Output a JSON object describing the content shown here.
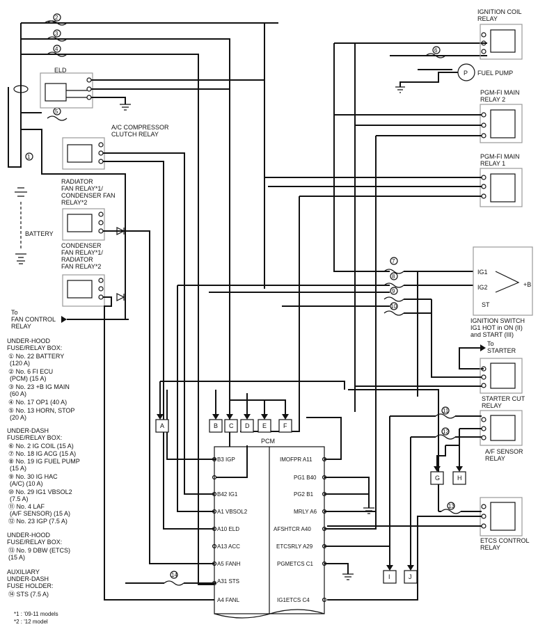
{
  "fuses": {
    "f2": "2",
    "f3": "3",
    "f4": "4",
    "f5": "5",
    "f6": "6",
    "f7": "7",
    "f8": "8",
    "f9": "9",
    "f10": "10",
    "f11": "11",
    "f12": "12",
    "f13": "13",
    "f14": "14",
    "f1": "1"
  },
  "components": {
    "eld": "ELD",
    "ignition_coil_relay": [
      "IGNITION COIL",
      "RELAY"
    ],
    "fuel_pump": "FUEL PUMP",
    "fuel_pump_symbol": "P",
    "pgm_main_relay_2": [
      "PGM-FI MAIN",
      "RELAY 2"
    ],
    "pgm_main_relay_1": [
      "PGM-FI MAIN",
      "RELAY 1"
    ],
    "ac_clutch_relay": [
      "A/C COMPRESSOR",
      "CLUTCH RELAY"
    ],
    "radiator_fan_relay": [
      "RADIATOR",
      "FAN RELAY*1/",
      "CONDENSER FAN",
      "RELAY*2"
    ],
    "condenser_fan_relay": [
      "CONDENSER",
      "FAN RELAY*1/",
      "RADIATOR",
      "FAN RELAY*2"
    ],
    "battery": "BATTERY",
    "fan_control": [
      "To",
      "FAN CONTROL",
      "RELAY"
    ],
    "ignition_switch": [
      "IGNITION SWITCH",
      "IG1 HOT in ON (II)",
      "and START (III)"
    ],
    "ig_terminals": [
      "IG1",
      "IG2",
      "ST",
      "+B"
    ],
    "to_starter": [
      "To",
      "STARTER"
    ],
    "starter_cut_relay": [
      "STARTER CUT",
      "RELAY"
    ],
    "af_sensor_relay": [
      "A/F SENSOR",
      "RELAY"
    ],
    "etcs_control_relay": [
      "ETCS CONTROL",
      "RELAY"
    ],
    "pcm": "PCM"
  },
  "connectors": [
    "A",
    "B",
    "C",
    "D",
    "E",
    "F",
    "G",
    "H",
    "I",
    "J"
  ],
  "pcm_left": [
    "B3 IGP",
    "B42 IG1",
    "A1 VBSOL2",
    "A10 ELD",
    "A13 ACC",
    "A5 FANH",
    "A31 STS",
    "A4 FANL"
  ],
  "pcm_right": [
    "IMOFPR A11",
    "PG1 B40",
    "PG2 B1",
    "MRLY A6",
    "AFSHTCR A40",
    "ETCSRLY A29",
    "PGMETCS C1",
    "IG1ETCS C4"
  ],
  "legend": {
    "under_hood_title": [
      "UNDER-HOOD",
      "FUSE/RELAY BOX:"
    ],
    "under_hood_items": [
      "① No. 22 BATTERY",
      "(120 A)",
      "② No. 6 FI ECU",
      "(PCM) (15 A)",
      "③ No. 23 +B IG MAIN",
      "(60 A)",
      "④ No. 17 OP1 (40 A)",
      "⑤ No. 13 HORN, STOP",
      "(20 A)"
    ],
    "under_dash_title": [
      "UNDER-DASH",
      "FUSE/RELAY BOX:"
    ],
    "under_dash_items": [
      "⑥ No. 2 IG COIL (15 A)",
      "⑦ No. 18 IG ACG (15 A)",
      "⑧ No. 19 IG FUEL PUMP",
      "(15 A)",
      "⑨ No. 30 IG HAC",
      "(A/C) (10 A)",
      "⑩ No. 29 IG1 VBSOL2",
      "(7.5 A)",
      "⑪ No. 4 LAF",
      "(A/F SENSOR) (15 A)",
      "⑫ No. 23 IGP (7.5 A)"
    ],
    "under_hood2_title": [
      "UNDER-HOOD",
      "FUSE/RELAY BOX:"
    ],
    "under_hood2_items": [
      "⑬ No. 9 DBW (ETCS)",
      "(15 A)"
    ],
    "aux_title": [
      "AUXILIARY",
      "UNDER-DASH",
      "FUSE HOLDER:"
    ],
    "aux_items": [
      "⑭ STS (7.5 A)"
    ],
    "notes": [
      "*1 : '09-11 models",
      "*2 : '12 model"
    ]
  }
}
